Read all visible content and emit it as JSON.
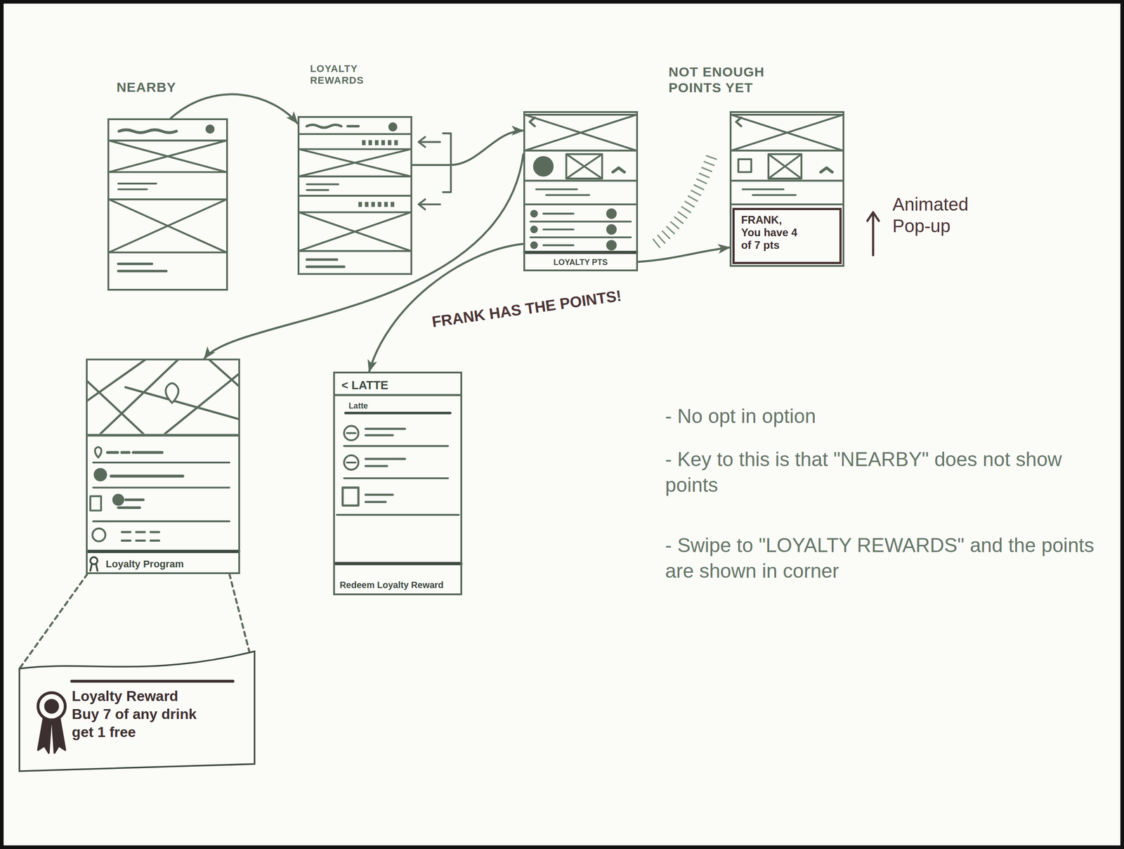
{
  "diagram": {
    "nodes": [
      {
        "text": [
          "NEARBY"
        ]
      },
      {
        "text": [
          "LOYALTY REWARDS"
        ]
      },
      {
        "text": [
          "LOYALTY PTS"
        ]
      },
      {
        "text": [
          "NOT ENOUGH POINTS YET"
        ]
      },
      {
        "text": [
          "FRANK, You have 4 of 7 pts"
        ],
        "in": 3
      },
      {
        "text": [
          "Loyalty Program"
        ]
      },
      {
        "text": [
          "< LATTE",
          "Latte",
          "Redeem Loyalty Reward"
        ]
      },
      {
        "text": [
          "Loyalty Reward Buy 7 of any drink get 1 free"
        ]
      }
    ],
    "edges": [
      {
        "from": 0,
        "to": 1,
        "arrow": "to"
      },
      {
        "from": 1,
        "to": 2,
        "arrow": "to"
      },
      {
        "from": 2,
        "to": 3,
        "arrow": "to"
      },
      {
        "from": 2,
        "to": 5,
        "arrow": "to"
      },
      {
        "from": 2,
        "to": 6,
        "label": "FRANK HAS THE POINTS!",
        "arrow": "to"
      },
      {
        "from": 5,
        "to": 7,
        "arrow": "none"
      }
    ],
    "labels": [
      "Animated Pop-up",
      "- No opt in option",
      "- Key to this is that \"NEARBY\" does not show points",
      "- Swipe to \"LOYALTY REWARDS\" and the points are shown in corner"
    ]
  }
}
